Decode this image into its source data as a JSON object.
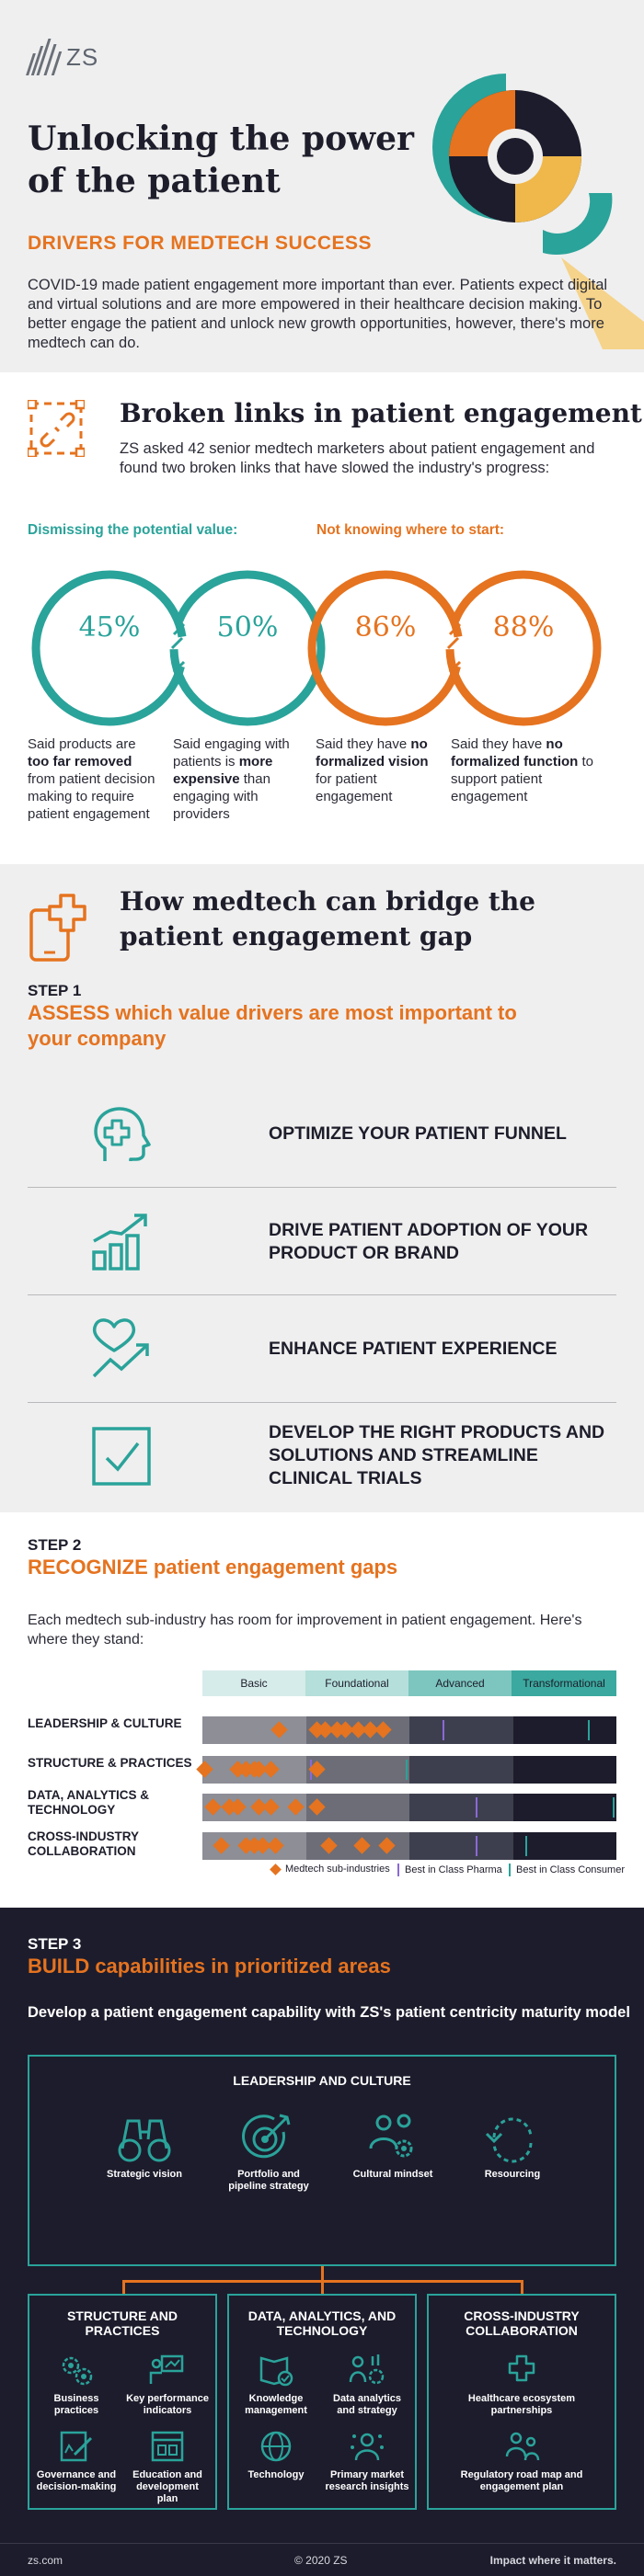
{
  "header": {
    "logo_text": "ZS",
    "title": "Unlocking the power of the patient",
    "subtitle": "DRIVERS FOR MEDTECH SUCCESS",
    "intro": "COVID-19 made patient engagement more important than ever. Patients expect digital and virtual solutions and are more empowered in their healthcare decision making. To better engage the patient and unlock new growth opportunities, however, there's more medtech can do."
  },
  "broken_links": {
    "title": "Broken links in patient engagement",
    "text": "ZS asked 42 senior medtech marketers about patient engagement and found two broken links that have slowed the industry's progress:",
    "groups": [
      {
        "label": "Dismissing the potential value:",
        "color": "#2aa39a"
      },
      {
        "label": "Not knowing where to start:",
        "color": "#e5731f"
      }
    ],
    "stats": [
      {
        "value": "45%",
        "pre": "Said products are ",
        "bold": "too far removed",
        "post": " from patient decision making to require patient engagement"
      },
      {
        "value": "50%",
        "pre": "Said engaging with patients is ",
        "bold": "more expensive",
        "post": " than engaging with providers"
      },
      {
        "value": "86%",
        "pre": "Said they have ",
        "bold": "no formalized vision",
        "post": " for patient engagement"
      },
      {
        "value": "88%",
        "pre": "Said they have ",
        "bold": "no formalized function",
        "post": " to support patient engagement"
      }
    ]
  },
  "bridge": {
    "title": "How medtech can bridge the  patient engagement gap",
    "step1_label": "STEP 1",
    "step1_head": "ASSESS which value drivers are most important to your company",
    "drivers": [
      {
        "icon": "head-plus-icon",
        "label": "OPTIMIZE YOUR PATIENT FUNNEL"
      },
      {
        "icon": "growth-chart-icon",
        "label": "DRIVE PATIENT ADOPTION OF YOUR PRODUCT OR BRAND"
      },
      {
        "icon": "heart-trend-icon",
        "label": "ENHANCE PATIENT EXPERIENCE"
      },
      {
        "icon": "checkbox-icon",
        "label": "DEVELOP THE RIGHT PRODUCTS AND SOLUTIONS AND STREAMLINE CLINICAL TRIALS"
      }
    ]
  },
  "recognize": {
    "step_label": "STEP 2",
    "head": "RECOGNIZE patient engagement gaps",
    "text": "Each medtech sub-industry has room for improvement in patient engagement. Here's where they stand:",
    "stages": [
      "Basic",
      "Foundational",
      "Advanced",
      "Transformational"
    ],
    "rows": [
      {
        "label": "LEADERSHIP & CULTURE",
        "diamonds": [
          0.18,
          0.27,
          0.29,
          0.32,
          0.34,
          0.37,
          0.4,
          0.43
        ],
        "pharma": 0.58,
        "consumer": 0.93
      },
      {
        "label": "STRUCTURE & PRACTICES",
        "diamonds": [
          0.0,
          0.08,
          0.1,
          0.12,
          0.13,
          0.16,
          0.27
        ],
        "pharma": 0.26,
        "consumer": 0.49
      },
      {
        "label": "DATA, ANALYTICS & TECHNOLOGY",
        "diamonds": [
          0.02,
          0.06,
          0.08,
          0.13,
          0.16,
          0.22,
          0.27
        ],
        "pharma": 0.66,
        "consumer": 0.99
      },
      {
        "label": "CROSS-INDUSTRY COLLABORATION",
        "diamonds": [
          0.04,
          0.1,
          0.12,
          0.14,
          0.17,
          0.3,
          0.38,
          0.44
        ],
        "pharma": 0.66,
        "consumer": 0.78
      }
    ],
    "legend": {
      "subindustry": "Medtech sub-industries",
      "pharma": "Best in Class Pharma",
      "consumer": "Best in Class Consumer"
    }
  },
  "build": {
    "step_label": "STEP 3",
    "head": "BUILD capabilities in prioritized areas",
    "text": "Develop a patient engagement capability with ZS's patient centricity maturity model",
    "leadership": {
      "title": "LEADERSHIP AND CULTURE",
      "items": [
        {
          "icon": "binoculars-icon",
          "label": "Strategic vision"
        },
        {
          "icon": "target-icon",
          "label": "Portfolio and pipeline strategy"
        },
        {
          "icon": "people-gear-icon",
          "label": "Cultural mindset"
        },
        {
          "icon": "cycle-icon",
          "label": "Resourcing"
        }
      ]
    },
    "boxes": [
      {
        "title": "STRUCTURE AND PRACTICES",
        "items": [
          {
            "icon": "gear-group-icon",
            "label": "Business practices"
          },
          {
            "icon": "presenter-icon",
            "label": "Key performance indicators"
          },
          {
            "icon": "pen-doc-icon",
            "label": "Governance and decision-making"
          },
          {
            "icon": "plan-icon",
            "label": "Education and development plan"
          }
        ]
      },
      {
        "title": "DATA, ANALYTICS, AND TECHNOLOGY",
        "items": [
          {
            "icon": "book-check-icon",
            "label": "Knowledge management"
          },
          {
            "icon": "analytics-icon",
            "label": "Data analytics and strategy"
          },
          {
            "icon": "globe-icon",
            "label": "Technology"
          },
          {
            "icon": "research-icon",
            "label": "Primary market research insights"
          }
        ]
      },
      {
        "title": "CROSS-INDUSTRY COLLABORATION",
        "items": [
          {
            "icon": "health-hand-icon",
            "label": "Healthcare ecosystem partnerships"
          },
          {
            "icon": "map-people-icon",
            "label": "Regulatory road map and engagement plan"
          }
        ]
      }
    ]
  },
  "footer": {
    "left": "zs.com",
    "center": "© 2020 ZS",
    "right": "Impact where it matters."
  }
}
